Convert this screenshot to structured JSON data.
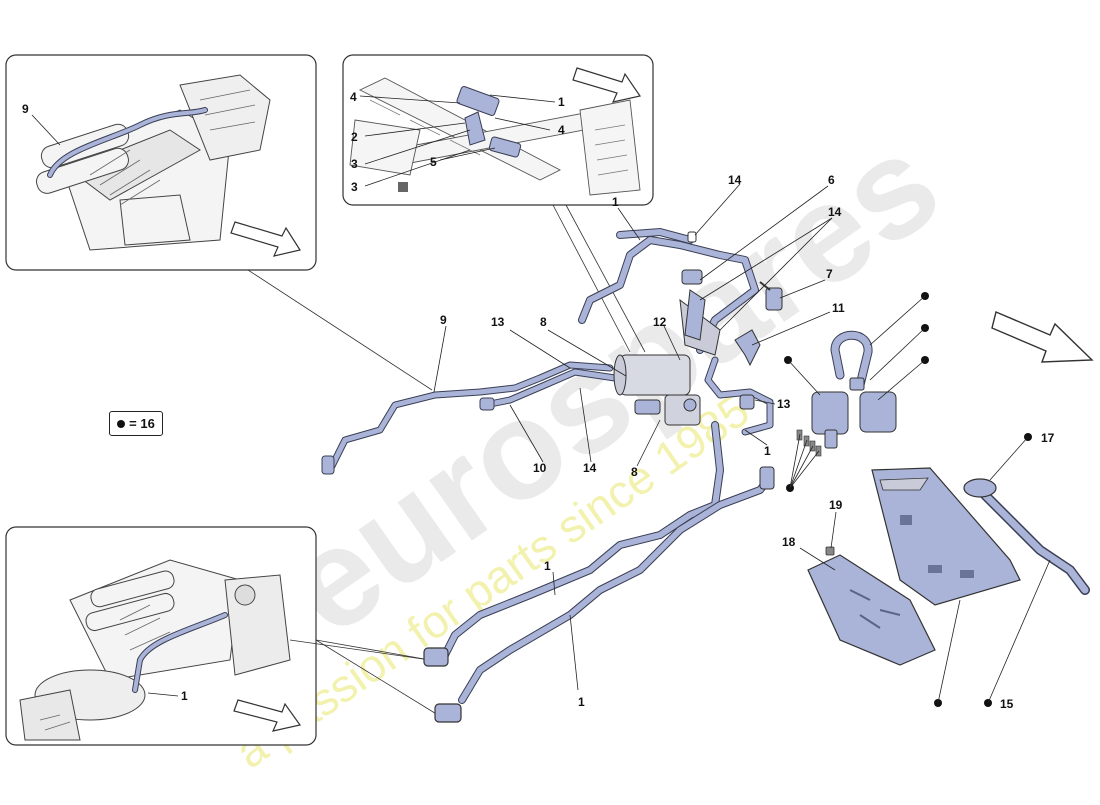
{
  "colors": {
    "hose": "#aab4d8",
    "hose_stroke": "#3a3f55",
    "part": "#c9ccd8",
    "watermark_gray": "#e6e6e6",
    "watermark_yellow": "#f3f3a4"
  },
  "watermark": {
    "brand": "eurospares",
    "tagline": "a passion for parts since 1985"
  },
  "legend": {
    "label": "= 16"
  },
  "insets": {
    "engine_top": {
      "callouts": [
        "9"
      ]
    },
    "bracket_detail": {
      "callouts": [
        "4",
        "1",
        "2",
        "4",
        "3",
        "5",
        "3"
      ]
    },
    "engine_tank": {
      "callouts": [
        "1"
      ]
    }
  },
  "callouts": {
    "main": [
      "14",
      "1",
      "6",
      "14",
      "7",
      "11",
      "9",
      "13",
      "8",
      "12",
      "13",
      "1",
      "10",
      "14",
      "8",
      "17",
      "19",
      "18",
      "1",
      "1",
      "15"
    ]
  }
}
